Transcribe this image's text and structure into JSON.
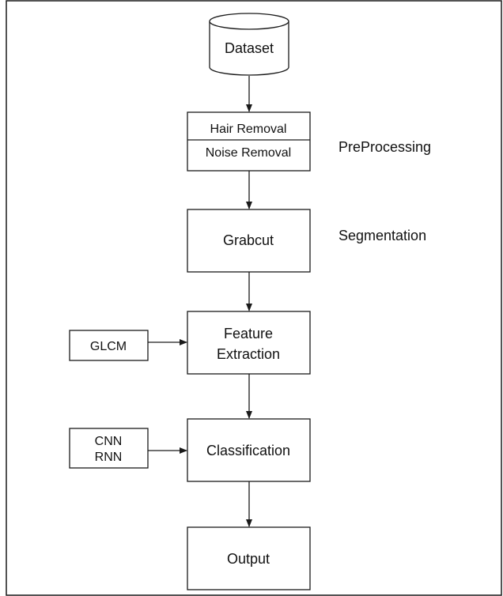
{
  "diagram": {
    "database": {
      "label": "Dataset"
    },
    "preprocessing": {
      "top_label": "Hair Removal",
      "bottom_label": "Noise Removal",
      "side_label": "PreProcessing"
    },
    "segmentation": {
      "label": "Grabcut",
      "side_label": "Segmentation"
    },
    "feature_extraction": {
      "label_line1": "Feature",
      "label_line2": "Extraction",
      "input_label": "GLCM"
    },
    "classification": {
      "label": "Classification",
      "input_line1": "CNN",
      "input_line2": "RNN"
    },
    "output": {
      "label": "Output"
    }
  },
  "colors": {
    "stroke": "#1a1a1a",
    "background": "#ffffff",
    "text": "#111111"
  }
}
